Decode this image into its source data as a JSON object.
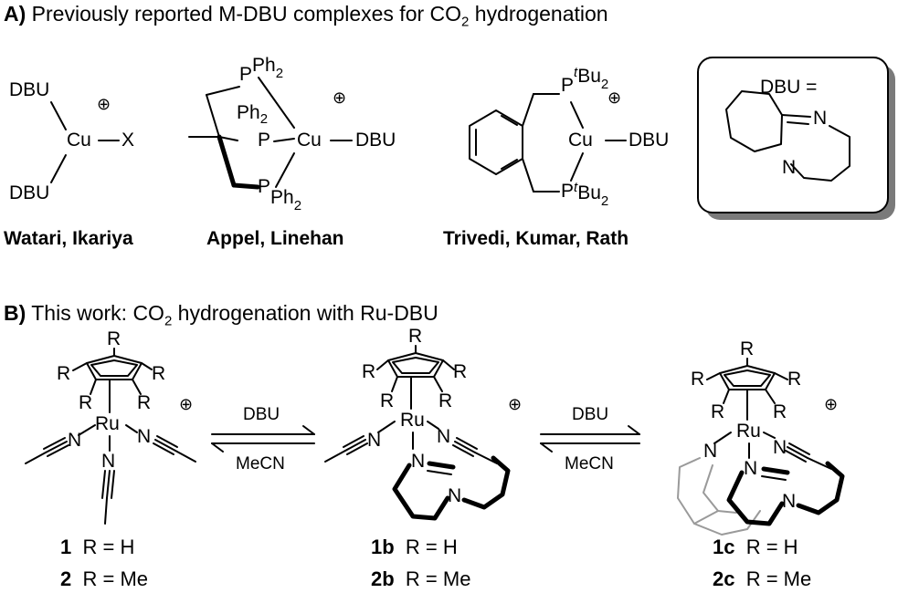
{
  "sectionA": {
    "letter": "A)",
    "title_pre": " Previously reported M-DBU complexes for CO",
    "title_sub": "2",
    "title_post": " hydrogenation"
  },
  "complexes": {
    "watari": {
      "ligand_top": "DBU",
      "ligand_bottom": "DBU",
      "metal": "Cu",
      "x_group": "X",
      "authors": "Watari, Ikariya"
    },
    "appel": {
      "ph2_top_P": "P",
      "ph2_top": "Ph",
      "ph2_mid": "Ph",
      "p_mid": "P",
      "metal": "Cu",
      "ligand": "DBU",
      "p_bottom": "P",
      "ph2_bottom": "Ph",
      "sub2": "2",
      "authors": "Appel, Linehan"
    },
    "trivedi": {
      "p_top": "P",
      "tbu_t": "t",
      "tbu": "Bu",
      "sub2": "2",
      "metal": "Cu",
      "ligand": "DBU",
      "p_bottom": "P",
      "authors": "Trivedi, Kumar, Rath"
    },
    "dbu_box": {
      "label": "DBU =",
      "n_top": "N",
      "n_bottom": "N"
    }
  },
  "sectionB": {
    "letter": "B)",
    "title_pre": " This work: CO",
    "title_sub": "2",
    "title_post": " hydrogenation with Ru-DBU"
  },
  "ru_complexes": {
    "r": "R",
    "ru": "Ru",
    "n": "N",
    "charge": "⊕"
  },
  "equilibria": {
    "reagent_top": "DBU",
    "reagent_bottom": "MeCN"
  },
  "compound_labels": [
    {
      "id": "1",
      "r": "R = H"
    },
    {
      "id": "2",
      "r": "R = Me"
    },
    {
      "id": "1b",
      "r": "R = H"
    },
    {
      "id": "2b",
      "r": "R = Me"
    },
    {
      "id": "1c",
      "r": "R = H"
    },
    {
      "id": "2c",
      "r": "R = Me"
    }
  ]
}
